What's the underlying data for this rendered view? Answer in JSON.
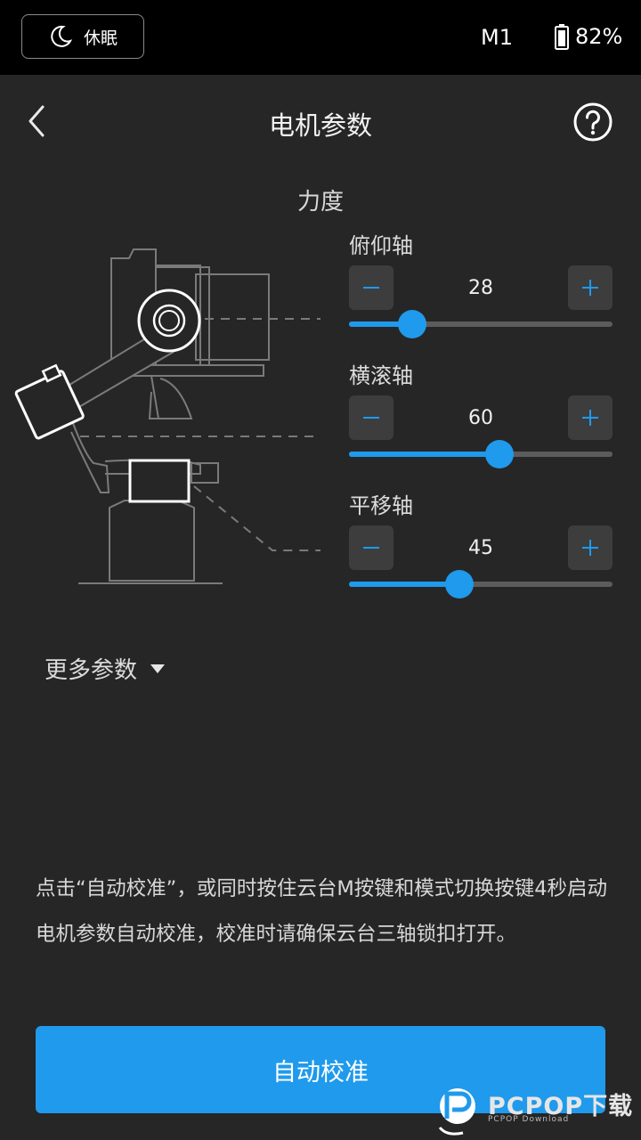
{
  "status_bar": {
    "sleep_label": "休眠",
    "mode": "M1",
    "battery": "82%"
  },
  "header": {
    "title": "电机参数"
  },
  "force": {
    "title": "力度",
    "axes": [
      {
        "label": "俯仰轴",
        "value": "28",
        "fraction": 0.24
      },
      {
        "label": "横滚轴",
        "value": "60",
        "fraction": 0.57
      },
      {
        "label": "平移轴",
        "value": "45",
        "fraction": 0.42
      }
    ]
  },
  "more": {
    "label": "更多参数"
  },
  "instructions": {
    "text": "点击“自动校准”，或同时按住云台M按键和模式切换按键4秒启动电机参数自动校准，校准时请确保云台三轴锁扣打开。"
  },
  "action": {
    "auto_calibrate": "自动校准"
  },
  "watermark": {
    "brand": "PCPOP下载",
    "sub": "PCPOP Download"
  },
  "colors": {
    "accent": "#1f9aec",
    "background": "#262626",
    "button": "#3d3d3d"
  }
}
